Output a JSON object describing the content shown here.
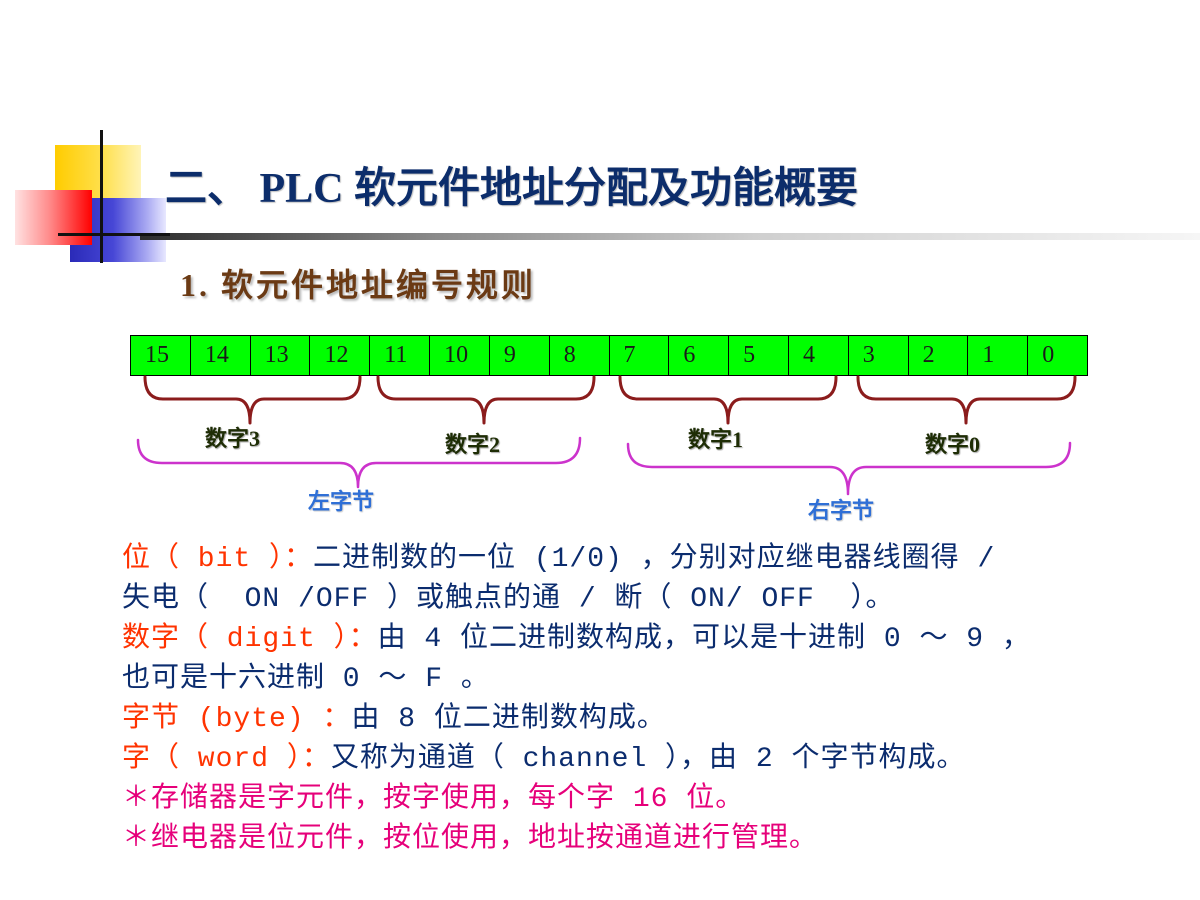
{
  "slide": {
    "title": "二、 PLC 软元件地址分配及功能概要",
    "subtitle": "1. 软元件地址编号规则"
  },
  "bit_register": {
    "bits": [
      15,
      14,
      13,
      12,
      11,
      10,
      9,
      8,
      7,
      6,
      5,
      4,
      3,
      2,
      1,
      0
    ],
    "digits": [
      {
        "label": "数字3"
      },
      {
        "label": "数字2"
      },
      {
        "label": "数字1"
      },
      {
        "label": "数字0"
      }
    ],
    "bytes": [
      {
        "label": "左字节"
      },
      {
        "label": "右字节"
      }
    ]
  },
  "definitions": [
    {
      "term": "位（ bit ）：",
      "text": "二进制数的一位 (1/0) ，分别对应继电器线圈得 /",
      "continuation": "失电（  ON /OFF ）或触点的通 / 断（ ON/ OFF  ）。"
    },
    {
      "term": "数字（ digit ）：",
      "text": "由 4 位二进制数构成，可以是十进制 0 ～ 9 ，",
      "continuation": "也可是十六进制 0 ～ F 。"
    },
    {
      "term": "字节 (byte) ：",
      "text": "由 8 位二进制数构成。"
    },
    {
      "term": "字（ word ）：",
      "text": "又称为通道（ channel ），由 2 个字节构成。"
    }
  ],
  "notes": [
    {
      "bullet": "＊",
      "text": "存储器是字元件，按字使用，每个字 16 位。"
    },
    {
      "bullet": "＊",
      "text": "继电器是位元件，按位使用，地址按通道进行管理。"
    }
  ],
  "colors": {
    "title": "#0c2d6b",
    "subtitle": "#6b3a14",
    "term": "#ff3300",
    "text": "#0b2c6e",
    "note": "#e6007a",
    "cell_fill": "#00ff00",
    "digit_brace": "#8b1c1c",
    "byte_brace": "#cc33cc",
    "byte_label": "#2f6fd6",
    "digit_label": "#1e2d05"
  }
}
